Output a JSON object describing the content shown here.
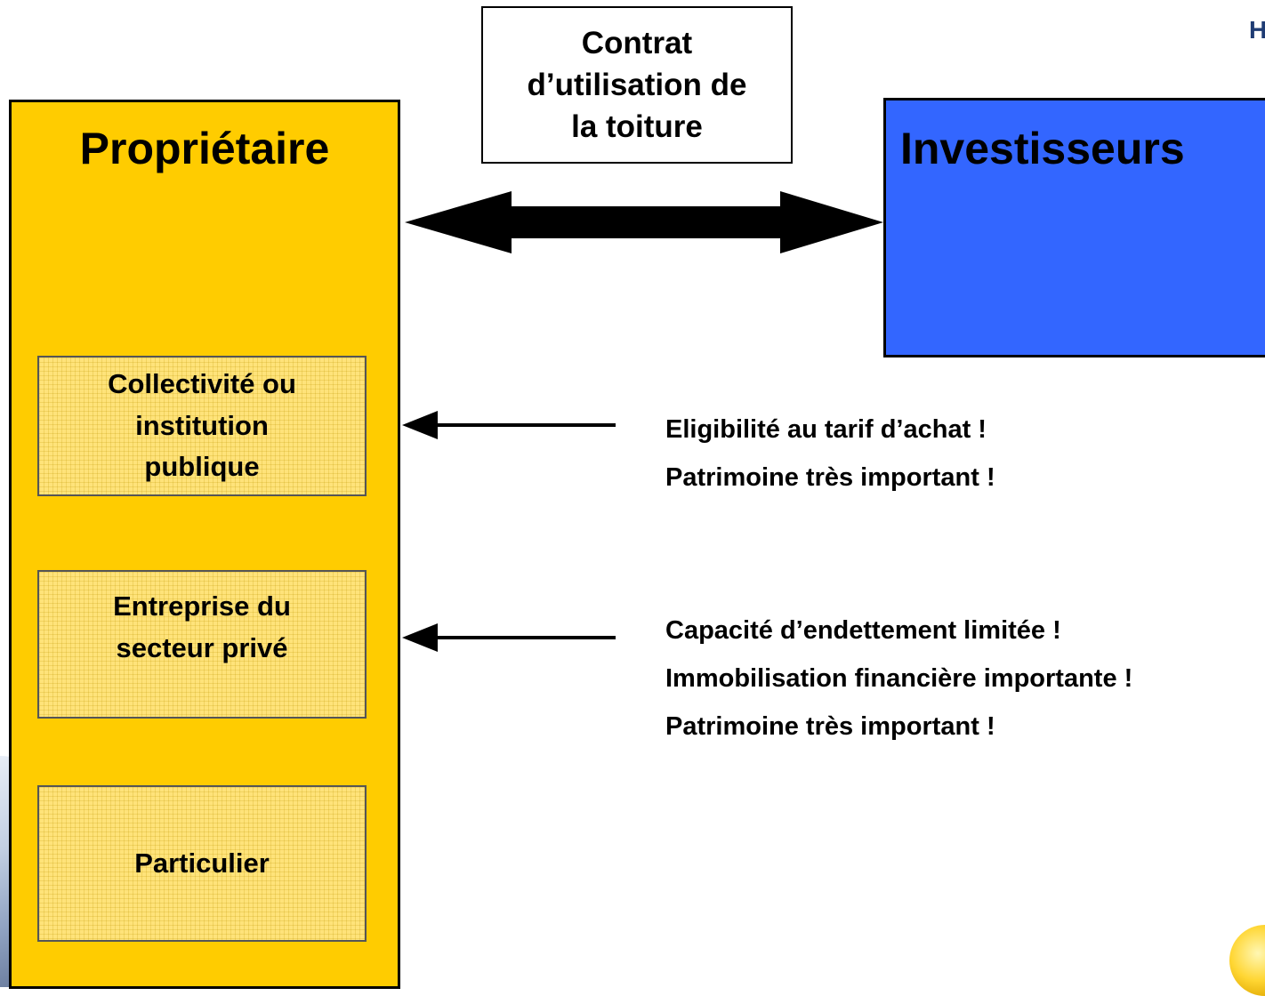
{
  "corner_mark": "H",
  "contract": {
    "lines": [
      "Contrat",
      "d’utilisation de",
      "la toiture"
    ]
  },
  "owner": {
    "title": "Propriétaire",
    "categories": [
      {
        "lines": [
          "Collectivité ou",
          "institution",
          "publique"
        ]
      },
      {
        "lines": [
          "Entreprise du",
          "secteur privé"
        ]
      },
      {
        "lines": [
          "Particulier"
        ]
      }
    ]
  },
  "investors": {
    "title": "Investisseurs"
  },
  "notes": [
    {
      "lines": [
        "Eligibilité au tarif d’achat !",
        "Patrimoine très important !"
      ]
    },
    {
      "lines": [
        "Capacité d’endettement limitée !",
        "Immobilisation financière importante !",
        "Patrimoine très important !"
      ]
    }
  ],
  "colors": {
    "owner_fill": "#ffcc00",
    "category_fill": "#ffe37a",
    "investors_fill": "#3366ff",
    "arrow": "#000000"
  }
}
